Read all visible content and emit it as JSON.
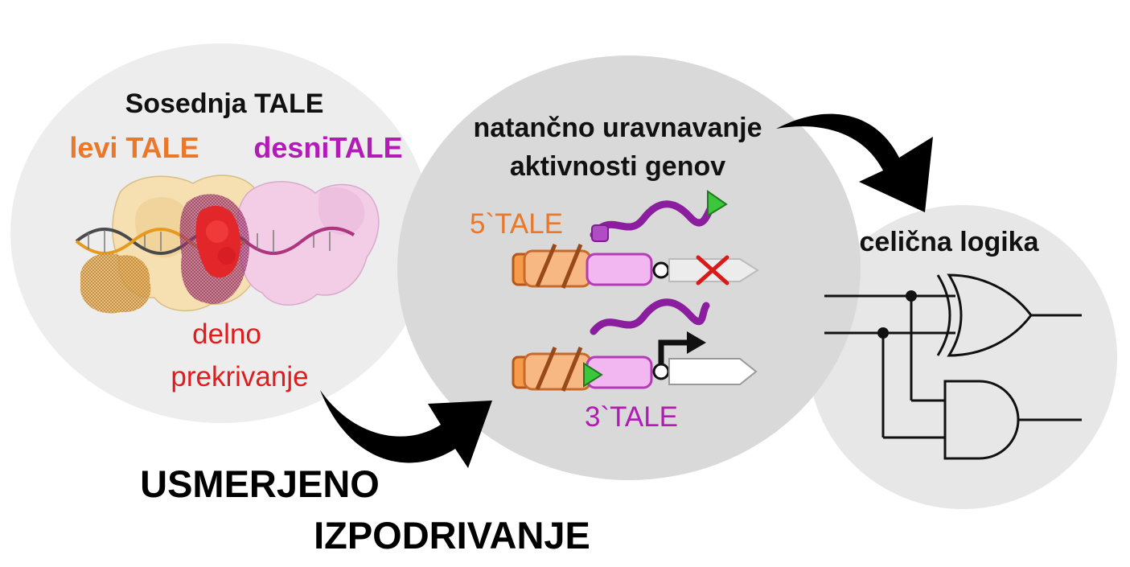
{
  "left_circle": {
    "title": "Sosednja TALE",
    "left_label": "levi TALE",
    "right_label": "desniTALE",
    "overlap_line1": "delno",
    "overlap_line2": "prekrivanje"
  },
  "middle_circle": {
    "title_line1": "natančno uravnavanje",
    "title_line2": "aktivnosti genov",
    "label_top": "5`TALE",
    "label_bottom": "3`TALE"
  },
  "right_circle": {
    "title": "celična logika"
  },
  "bottom_caption": {
    "line1": "USMERJENO",
    "line2": "IZPODRIVANJE"
  },
  "colors": {
    "orange": "#e9782a",
    "magenta": "#b21bb5",
    "red": "#e21c1c",
    "circle_light": "#ededed",
    "circle_mid": "#d9d9d9",
    "circle_right": "#e7e7e7"
  }
}
